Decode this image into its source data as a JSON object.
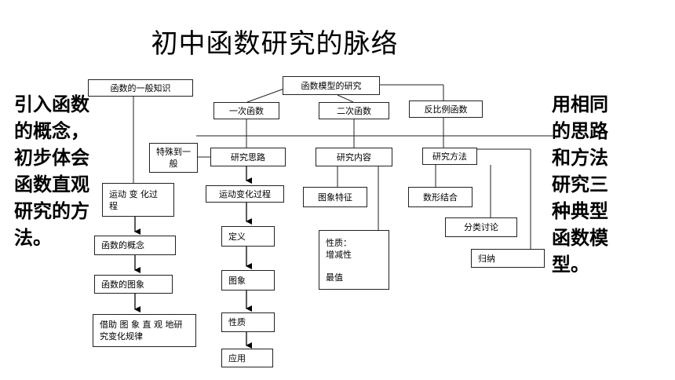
{
  "title": "初中函数研究的脉络",
  "left_text": "引入函数的概念，初步体会函数直观研究的方法。",
  "right_text": "用相同的思路和方法研究三种典型函数模型。",
  "boxes": {
    "func_basic": "函数的一般知识",
    "func_model_study": "函数模型的研究",
    "linear": "一次函数",
    "quadratic": "二次函数",
    "inverse": "反比例函数",
    "special_general": "特殊到一般",
    "research_approach": "研究思路",
    "research_content": "研究内容",
    "research_method": "研究方法",
    "motion_process_left": "运动 变 化过程",
    "motion_process_mid": "运动变化过程",
    "graph_features": "图象特征",
    "number_shape": "数形结合",
    "func_concept": "函数的概念",
    "func_graph": "函数的图象",
    "graph_law": "借助 图 象 直 观 地研究变化规律",
    "definition": "定义",
    "graph": "图象",
    "property": "性质",
    "application": "应用",
    "property_detail_1": "性质：",
    "property_detail_2": "增减性",
    "property_detail_3": "最值",
    "classification": "分类讨论",
    "induction": "归纳"
  }
}
